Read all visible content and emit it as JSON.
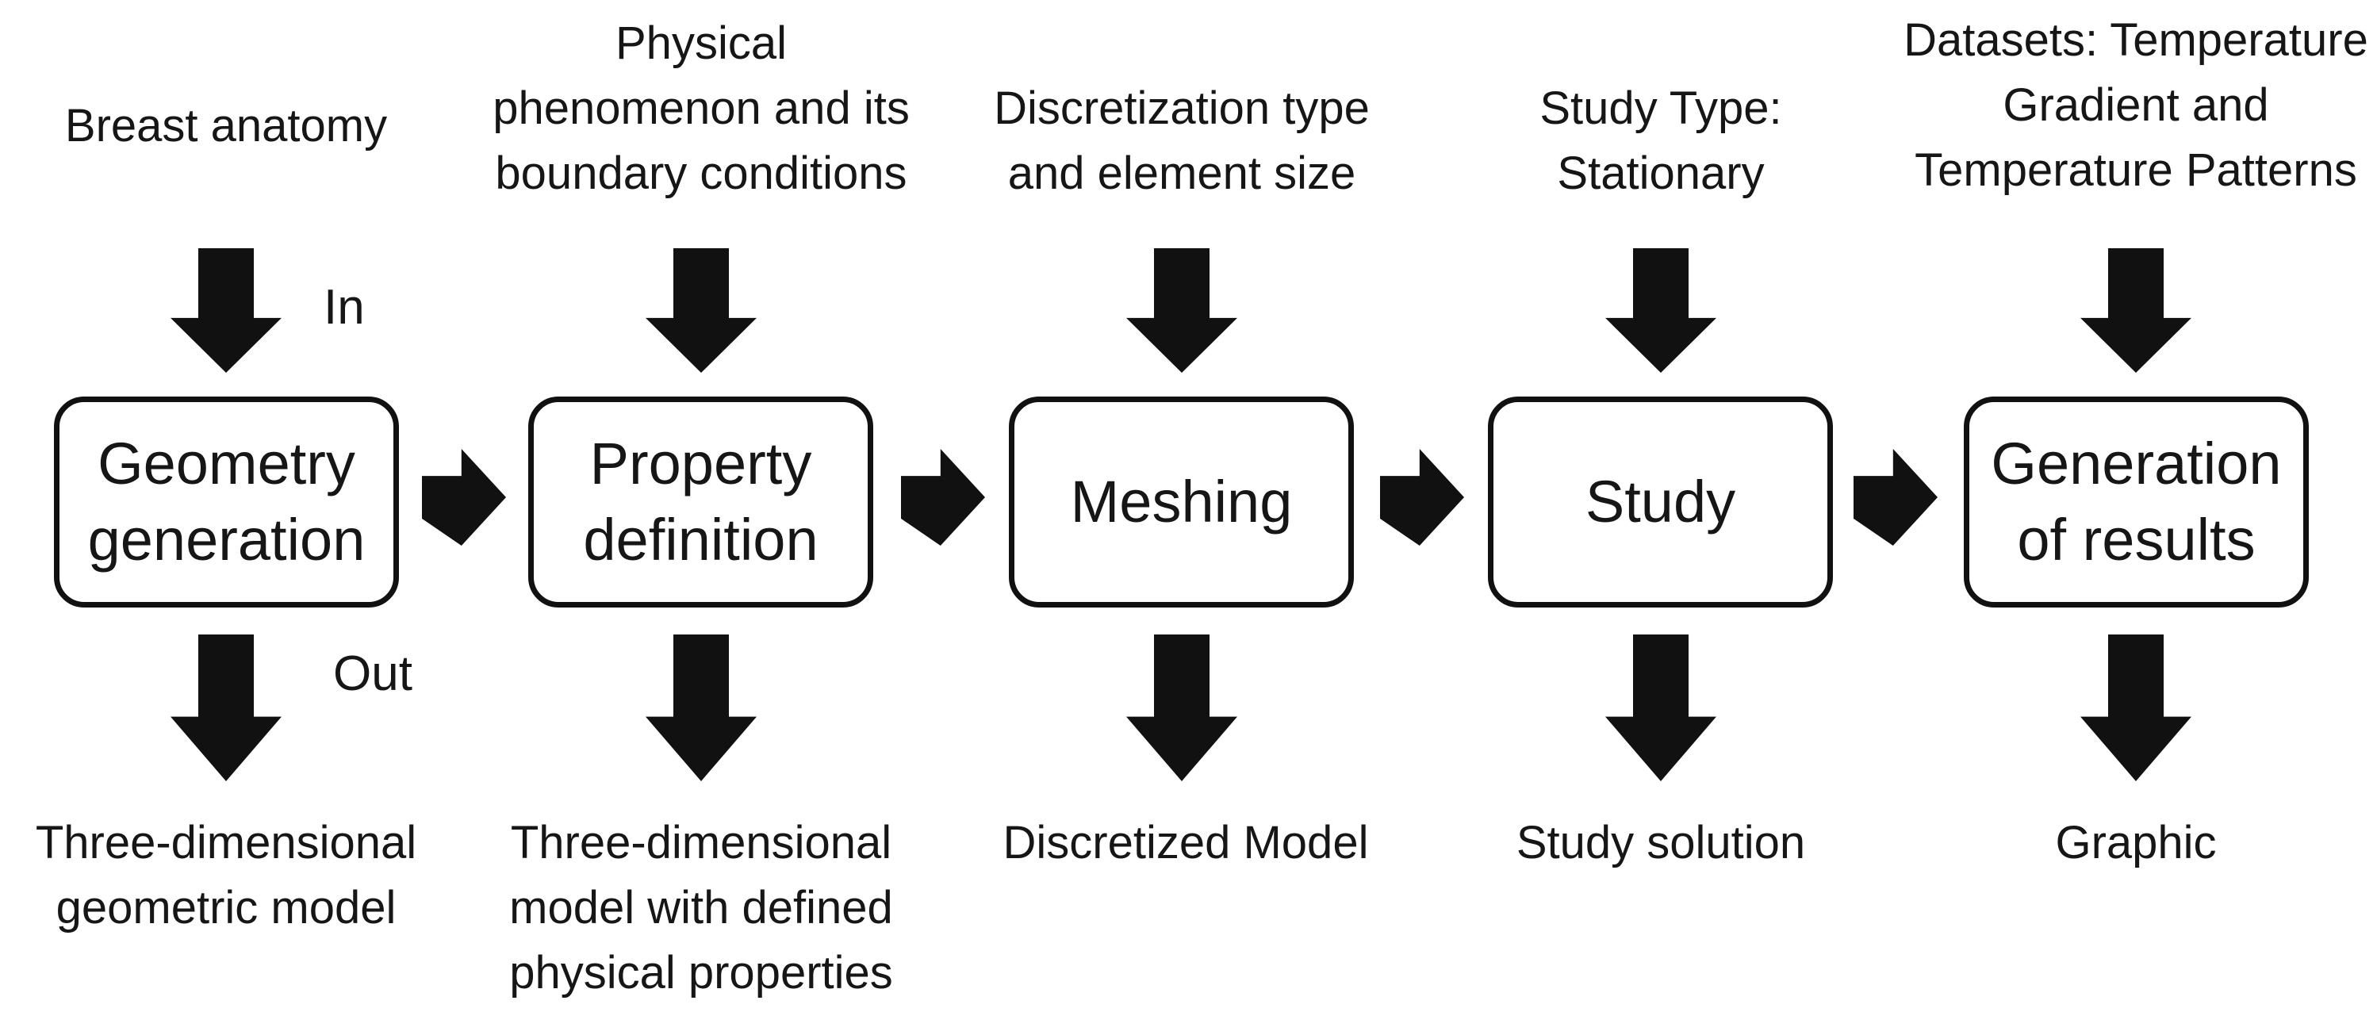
{
  "diagram": {
    "type": "flowchart",
    "direction": "left-to-right",
    "annotations": {
      "input": "In",
      "output": "Out"
    },
    "columns": [
      {
        "step": "Geometry generation",
        "input_lines": [
          "Breast anatomy"
        ],
        "box_lines": [
          "Geometry",
          "generation"
        ],
        "output_lines": [
          "Three-dimensional",
          "geometric model"
        ]
      },
      {
        "step": "Property definition",
        "input_lines": [
          "Physical",
          "phenomenon and its",
          "boundary conditions"
        ],
        "box_lines": [
          "Property",
          "definition"
        ],
        "output_lines": [
          "Three-dimensional",
          "model with defined",
          "physical properties"
        ]
      },
      {
        "step": "Meshing",
        "input_lines": [
          "Discretization type",
          "and element size"
        ],
        "box_lines": [
          "Meshing"
        ],
        "output_lines": [
          "Discretized Model"
        ]
      },
      {
        "step": "Study",
        "input_lines": [
          "Study Type:",
          "Stationary"
        ],
        "box_lines": [
          "Study"
        ],
        "output_lines": [
          "Study solution"
        ]
      },
      {
        "step": "Generation of results",
        "input_lines": [
          "Datasets: Temperature",
          "Gradient and",
          "Temperature Patterns"
        ],
        "box_lines": [
          "Generation",
          "of results"
        ],
        "output_lines": [
          "Graphic"
        ]
      }
    ]
  },
  "colors": {
    "background": "#ffffff",
    "ink": "#111111",
    "text": "#161616"
  }
}
